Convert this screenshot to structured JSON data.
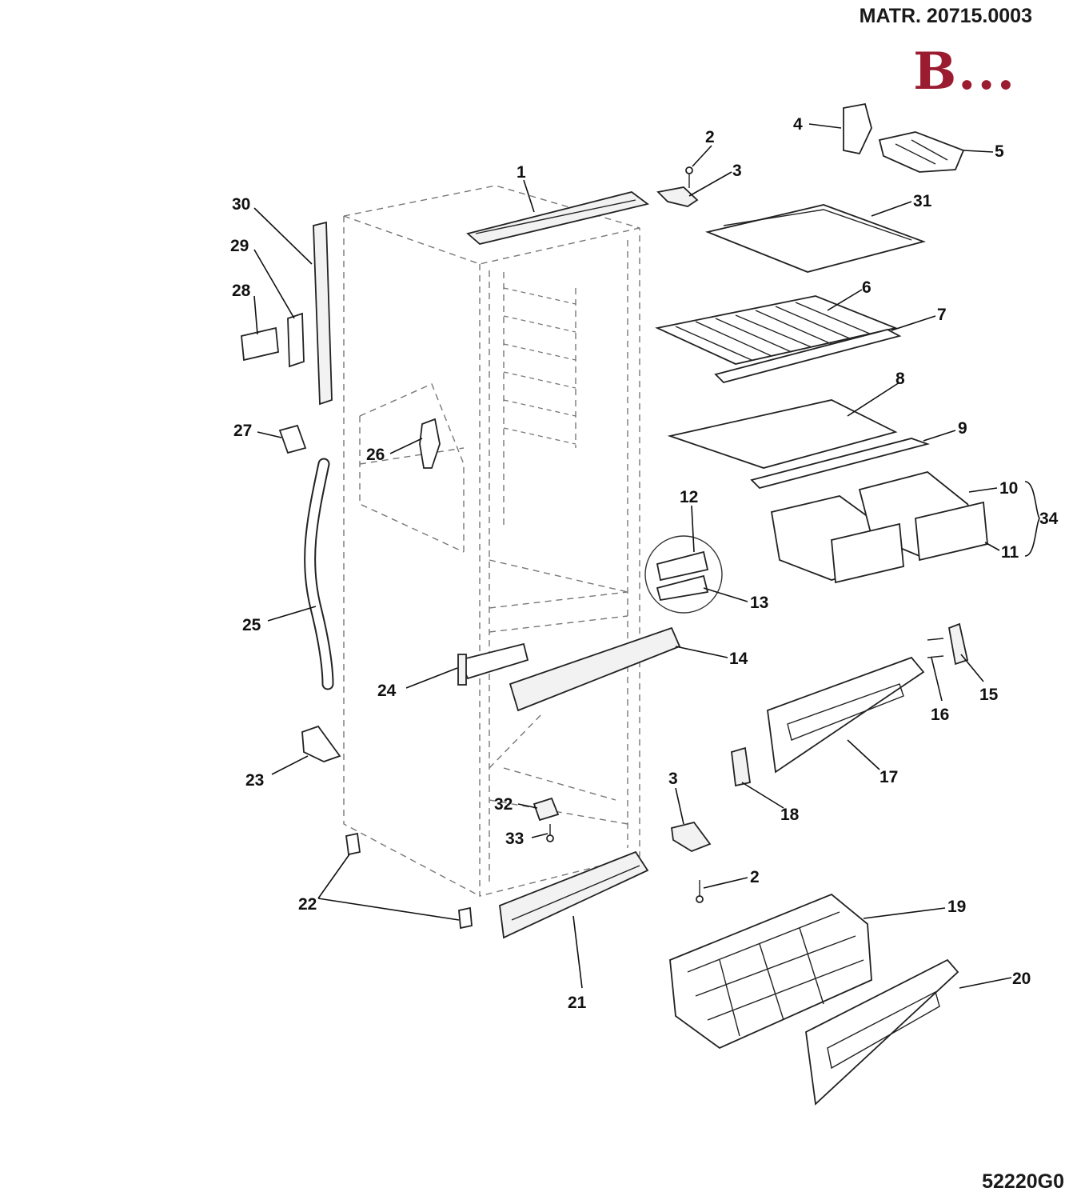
{
  "header": {
    "code": "MATR. 20715.0003",
    "brand": "B..."
  },
  "footer": {
    "code": "52220G0"
  },
  "callouts": [
    "1",
    "2",
    "3",
    "4",
    "5",
    "31",
    "30",
    "29",
    "28",
    "6",
    "7",
    "8",
    "9",
    "27",
    "26",
    "10",
    "34",
    "11",
    "12",
    "13",
    "25",
    "14",
    "24",
    "15",
    "16",
    "17",
    "23",
    "18",
    "3",
    "32",
    "33",
    "2",
    "22",
    "19",
    "21",
    "20"
  ]
}
